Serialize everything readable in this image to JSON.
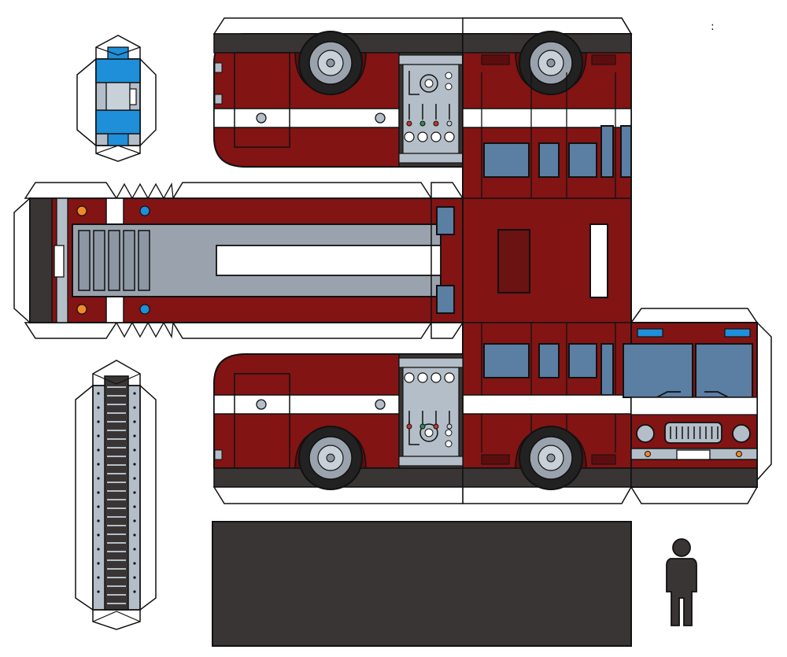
{
  "page": {
    "corner_mark": ":"
  },
  "colors": {
    "body_red": "#821414",
    "dark_red": "#5c0e0e",
    "stripe_white": "#ffffff",
    "window_blue": "#5b7ea3",
    "panel_gray": "#b4bec8",
    "frame_gray": "#8c97a3",
    "chassis_dark": "#3a3535",
    "beacon_blue": "#1e8fd8",
    "light_orange": "#f08a28",
    "outline": "#111111",
    "tab_white": "#ffffff"
  },
  "pieces": {
    "left_side": "side-panel-left",
    "right_side": "side-panel-right",
    "roof": "roof-panel",
    "cab": "cab-block",
    "front": "front-face",
    "beacon": "beacon-light-piece",
    "ladder": "ladder-piece",
    "base": "base-plate",
    "figure": "human-scale-figure"
  }
}
